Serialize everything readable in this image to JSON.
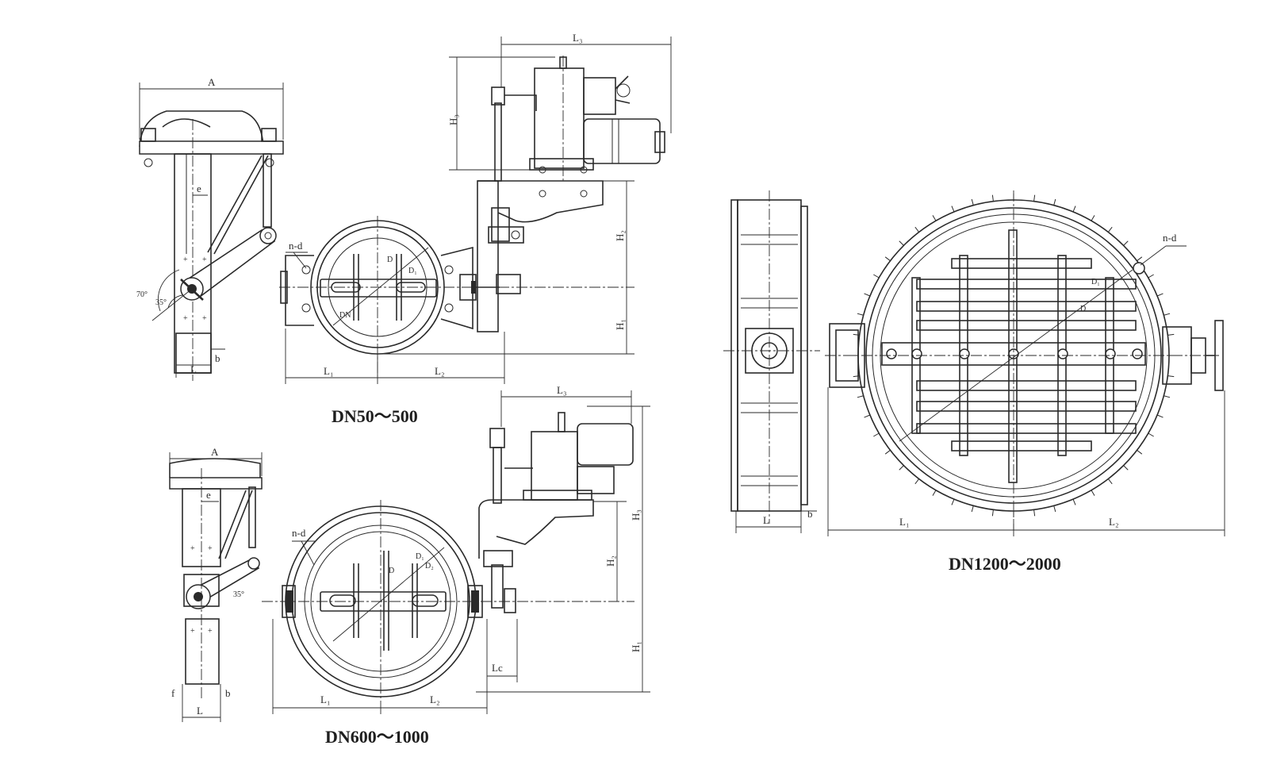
{
  "captions": {
    "small": "DN50～500",
    "medium": "DN600～1000",
    "large": "DN1200～2000"
  },
  "labels": {
    "A": "A",
    "e": "e",
    "L": "L",
    "b": "b",
    "f": "f",
    "L1": "L₁",
    "L2": "L₂",
    "L3": "L₃",
    "H1": "H₁",
    "H2": "H₂",
    "H3": "H₃",
    "Lc": "Lc",
    "nd": "n-d",
    "D": "D",
    "D1": "D₁",
    "D2": "D₂",
    "DN": "DN",
    "angle70": "70°",
    "angle35": "35°"
  },
  "colors": {
    "ink": "#2a2a2a",
    "paper": "#ffffff"
  }
}
